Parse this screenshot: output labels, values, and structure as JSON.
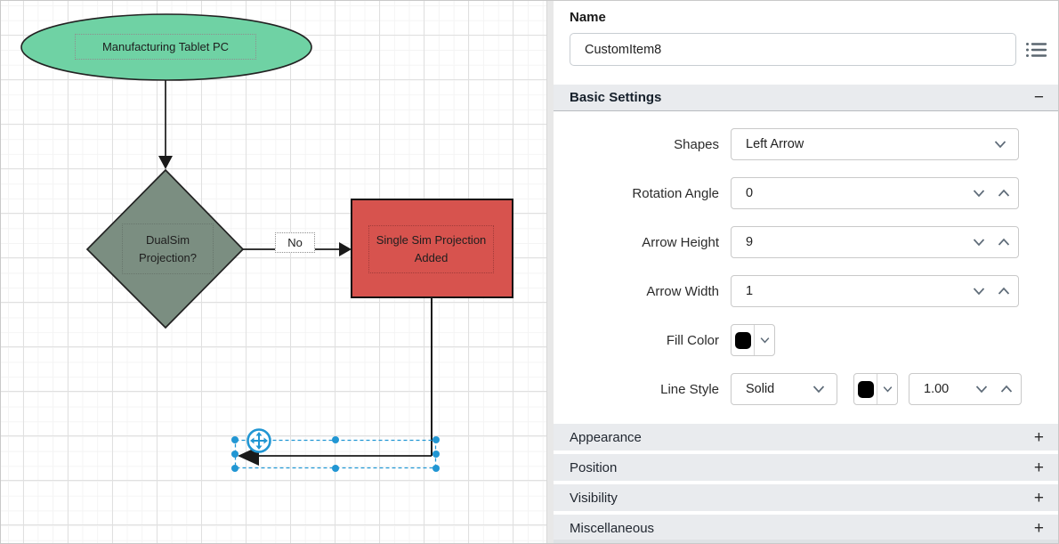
{
  "diagram": {
    "ellipse_label": "Manufacturing Tablet PC",
    "diamond_label_line1": "DualSim",
    "diamond_label_line2": "Projection?",
    "rect_label_line1": "Single Sim Projection",
    "rect_label_line2": "Added",
    "connector_label": "No",
    "colors": {
      "ellipse_fill": "#6fd2a4",
      "diamond_fill": "#7b8e81",
      "rect_fill": "#d7534e",
      "selection_blue": "#2196d3",
      "connector_stroke": "#1a1a1a"
    }
  },
  "panel": {
    "name": {
      "label": "Name",
      "value": "CustomItem8"
    },
    "basic": {
      "title": "Basic Settings",
      "collapse_glyph": "−",
      "shapes": {
        "label": "Shapes",
        "value": "Left Arrow"
      },
      "rotation": {
        "label": "Rotation Angle",
        "value": "0"
      },
      "arrow_height": {
        "label": "Arrow Height",
        "value": "9"
      },
      "arrow_width": {
        "label": "Arrow Width",
        "value": "1"
      },
      "fill_color": {
        "label": "Fill Color",
        "value": "#000000"
      },
      "line_style": {
        "label": "Line Style",
        "value": "Solid",
        "color": "#000000",
        "width": "1.00"
      }
    },
    "sections": [
      {
        "label": "Appearance"
      },
      {
        "label": "Position"
      },
      {
        "label": "Visibility"
      },
      {
        "label": "Miscellaneous"
      }
    ],
    "expand_glyph": "+"
  }
}
